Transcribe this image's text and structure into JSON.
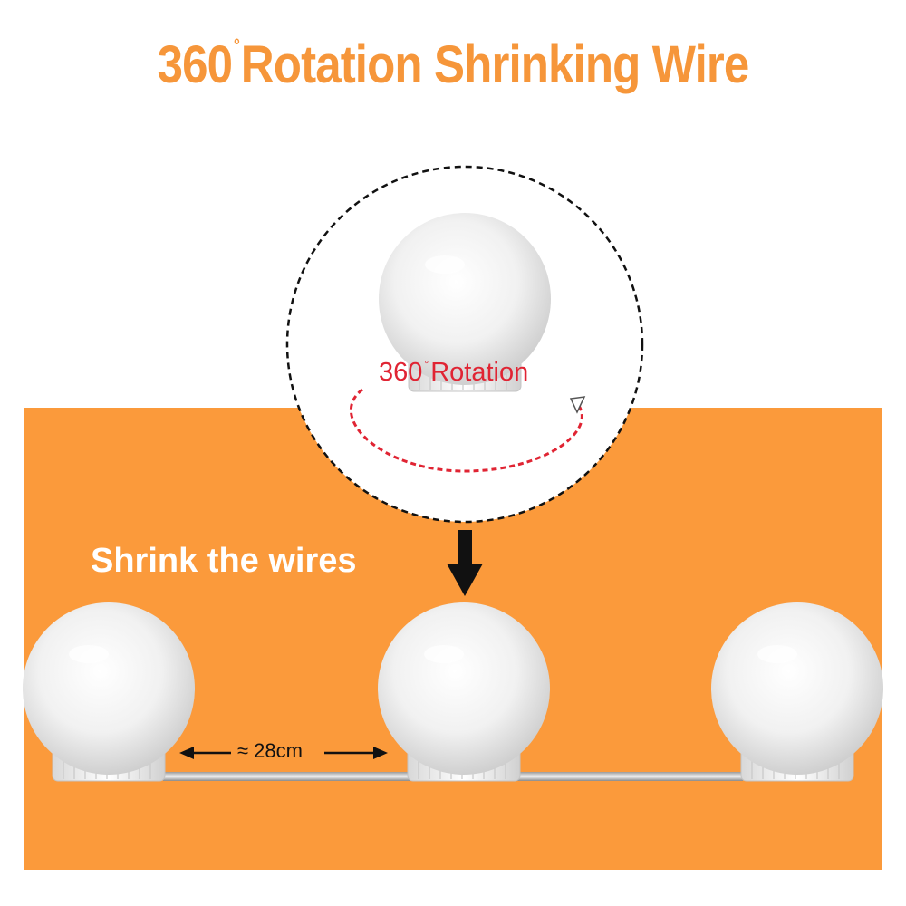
{
  "title": {
    "number": "360",
    "degree": "°",
    "text": "Rotation Shrinking Wire"
  },
  "rotation_label": {
    "number": "360",
    "degree": "°",
    "text": "Rotation"
  },
  "shrink_label": "Shrink the wires",
  "distance_label": "≈ 28cm",
  "colors": {
    "orange": "#fb9a3b",
    "title_orange": "#f6963a",
    "red": "#e02433",
    "white": "#ffffff"
  }
}
